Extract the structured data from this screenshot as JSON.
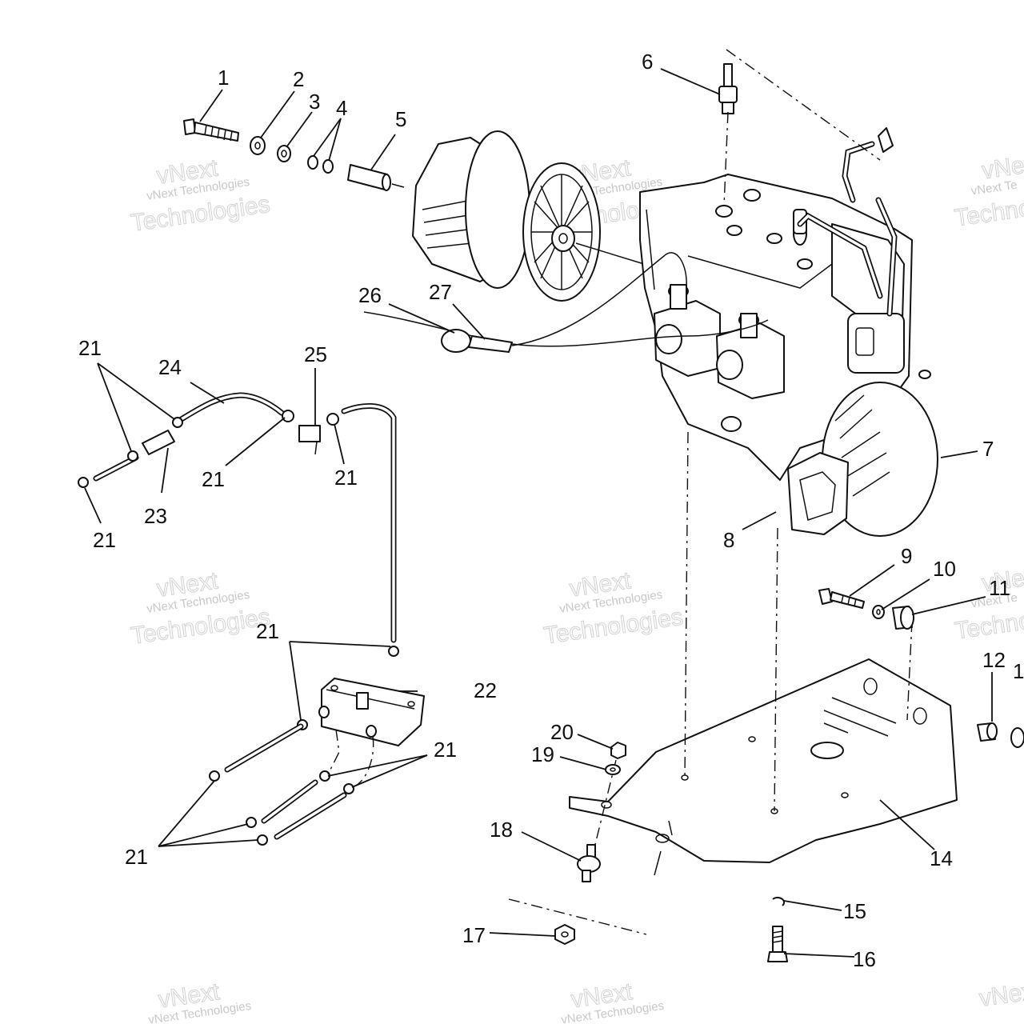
{
  "watermark": {
    "line1": "vNext",
    "line2": "vNext Technologies",
    "line3": "Technologies",
    "line2_short": "vNext Te"
  },
  "callouts": {
    "c1": "1",
    "c2": "2",
    "c3": "3",
    "c4": "4",
    "c5": "5",
    "c6": "6",
    "c7": "7",
    "c8": "8",
    "c9": "9",
    "c10": "10",
    "c11": "11",
    "c12": "12",
    "c13": "1",
    "c14": "14",
    "c15": "15",
    "c16": "16",
    "c17": "17",
    "c18": "18",
    "c19": "19",
    "c20": "20",
    "c21": "21",
    "c22": "22",
    "c23": "23",
    "c24": "24",
    "c25": "25",
    "c26": "26",
    "c27": "27"
  }
}
